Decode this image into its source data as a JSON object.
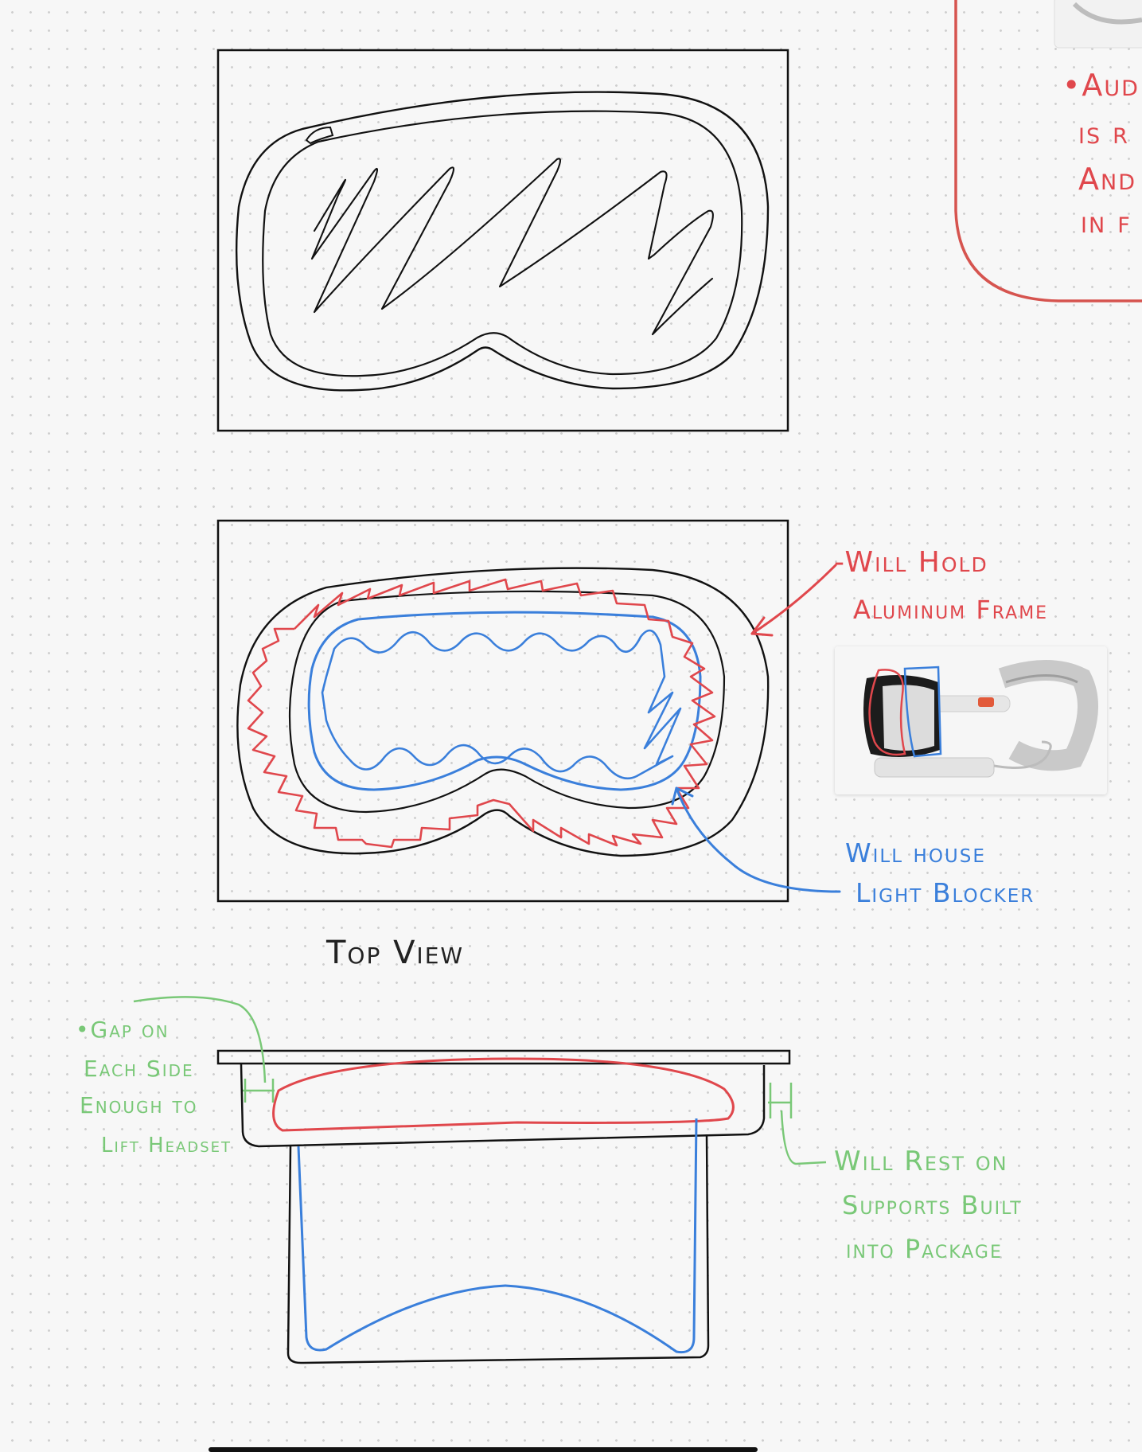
{
  "notes": {
    "top_right": [
      "•Aud",
      "is r",
      "And",
      "in f"
    ],
    "frame": [
      "-Will Hold",
      "Aluminum Frame"
    ],
    "light": [
      "Will house",
      "Light Blocker"
    ],
    "view_label": "Top View",
    "gap": [
      "•Gap on",
      "Each Side",
      "Enough to",
      "Lift Headset"
    ],
    "rest": [
      "Will Rest on",
      "Supports Built",
      "into Package"
    ]
  },
  "photo": {
    "subject": "vr-headset-photo"
  },
  "colors": {
    "red": "#e0474c",
    "blue": "#3a7fdb",
    "green": "#79c877",
    "ink": "#222222",
    "paper": "#f7f7f7"
  }
}
